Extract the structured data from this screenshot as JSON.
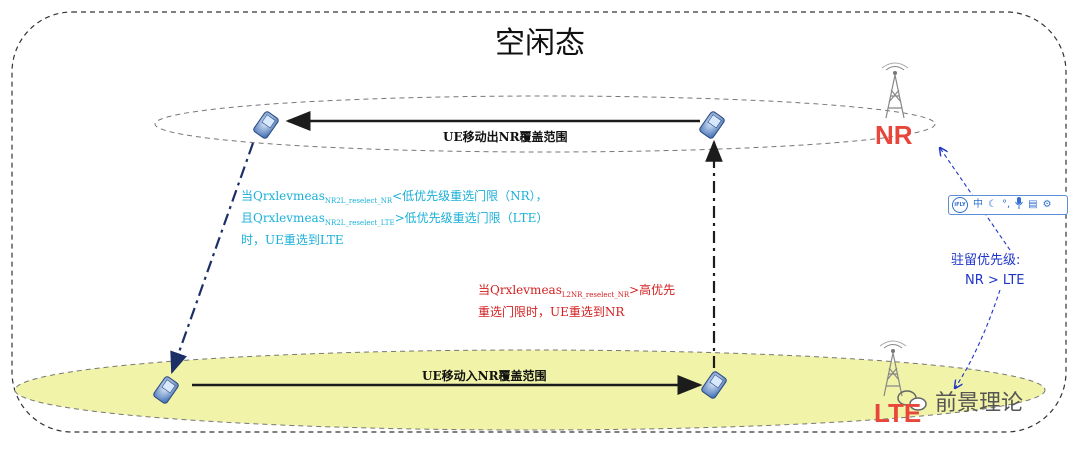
{
  "title": "空闲态",
  "cells": {
    "nr": {
      "tag": "NR",
      "color": "#e8463a"
    },
    "lte": {
      "tag": "LTE",
      "color": "#e8463a"
    }
  },
  "arrows": {
    "out_of_nr": "UE移动出NR覆盖范围",
    "into_nr": "UE移动入NR覆盖范围"
  },
  "note_left": {
    "l1_pre": "当Qrxlevmeas",
    "l1_sub": "NR2L_reselect_NR",
    "l1_post": "<低优先级重选门限（NR），",
    "l2_pre": "且Qrxlevmeas",
    "l2_sub": "NR2L_reselect_LTE",
    "l2_post": ">低优先级重选门限（LTE）",
    "l3": "时，UE重选到LTE"
  },
  "note_right": {
    "l1_pre": "当Qrxlevmeas",
    "l1_sub": "L2NR_reselect_NR",
    "l1_post": ">高优先",
    "l2": "重选门限时，UE重选到NR"
  },
  "priority": {
    "label": "驻留优先级:",
    "value": "NR > LTE"
  },
  "toolbar": {
    "logo": "iFLY",
    "icons": [
      "中",
      "☾",
      "°,",
      "🎤",
      "▤",
      "⚙"
    ]
  },
  "watermark": "前景理论",
  "colors": {
    "dash_border": "#333333",
    "ellipse_lte_fill": "#f0f3a8",
    "arrow_dark": "#1c1c1c",
    "dashdot_blue": "#1c2f66",
    "priority_blue": "#1f35c8"
  }
}
